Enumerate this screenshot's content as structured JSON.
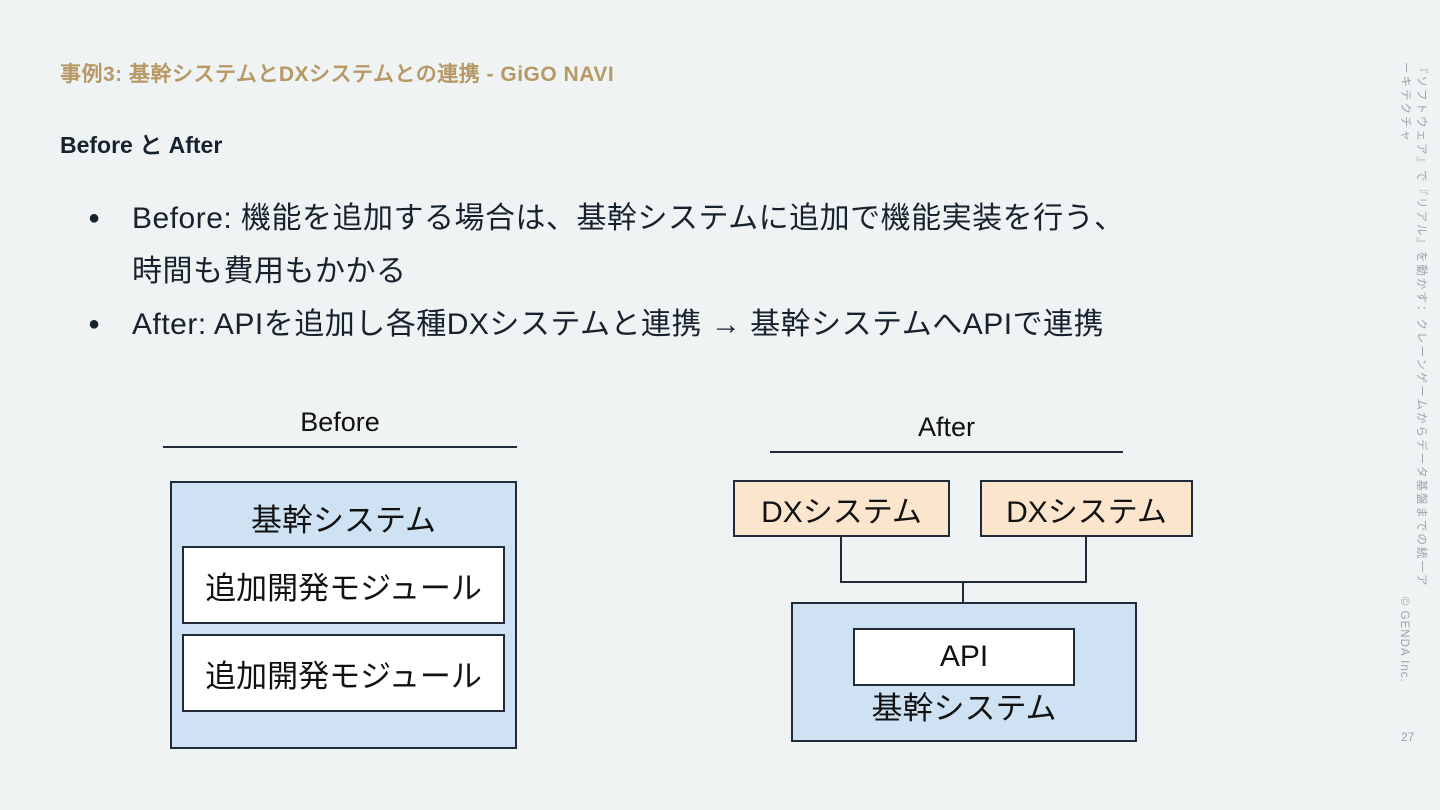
{
  "slide": {
    "title": "事例3: 基幹システムとDXシステムとの連携 - GiGO NAVI",
    "subtitle": "Before と After",
    "bullet_char": "●",
    "bullets": [
      [
        "Before: 機能を追加する場合は、基幹システムに追加で機能実装を行う、",
        "時間も費用もかかる"
      ],
      [
        "After: APIを追加し各種DXシステムと連携 → 基幹システムへAPIで連携"
      ]
    ]
  },
  "diagram_before": {
    "label": "Before",
    "container_title": "基幹システム",
    "modules": [
      "追加開発モジュール",
      "追加開発モジュール"
    ]
  },
  "diagram_after": {
    "label": "After",
    "dx_boxes": [
      "DXシステム",
      "DXシステム"
    ],
    "api_label": "API",
    "container_title": "基幹システム"
  },
  "sidebar": {
    "tagline": "『ソフトウェア』で『リアル』を動かす：クレーンゲームからデータ基盤までの統一アーキテクチャ",
    "copyright": "© GENDA Inc.",
    "page_number": "27"
  },
  "colors": {
    "title_accent": "#b69964",
    "body_text": "#16222d",
    "diagram_text": "#111111",
    "box_blue": "#cfe2f3",
    "box_peach": "#fce5cd",
    "line": "#1f2b38",
    "muted_text": "#9aa3ab",
    "background": "#f0f3f3"
  }
}
